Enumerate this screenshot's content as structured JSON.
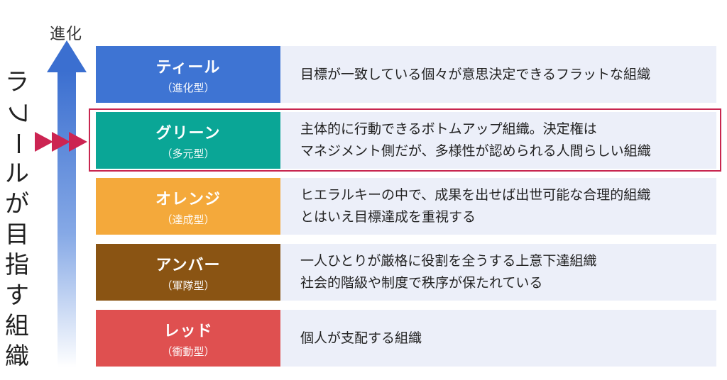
{
  "side_title": [
    "ラ",
    "フ",
    "ー",
    "ル",
    "が",
    "目",
    "指",
    "す",
    "組",
    "織"
  ],
  "evolution_label": "進化",
  "colors": {
    "arrow_top": "#3b6fd0",
    "pointer": "#cc2452",
    "highlight_border": "#c8264f",
    "desc_bg": "#eceff9"
  },
  "stages": [
    {
      "name": "ティール",
      "sub": "（進化型）",
      "color": "#3e74d3",
      "lines": [
        "目標が一致している個々が意思決定できるフラットな組織"
      ]
    },
    {
      "name": "グリーン",
      "sub": "（多元型）",
      "color": "#0aa696",
      "highlighted": true,
      "lines": [
        "主体的に行動できるボトムアップ組織。決定権は",
        "マネジメント側だが、多様性が認められる人間らしい組織"
      ]
    },
    {
      "name": "オレンジ",
      "sub": "（達成型）",
      "color": "#f4a93b",
      "lines": [
        "ヒエラルキーの中で、成果を出せば出世可能な合理的組織",
        "とはいえ目標達成を重視する"
      ]
    },
    {
      "name": "アンバー",
      "sub": "（軍隊型）",
      "color": "#8a5413",
      "lines": [
        "一人ひとりが厳格に役割を全うする上意下達組織",
        "社会的階級や制度で秩序が保たれている"
      ]
    },
    {
      "name": "レッド",
      "sub": "（衝動型）",
      "color": "#df5050",
      "lines": [
        "個人が支配する組織"
      ]
    }
  ]
}
